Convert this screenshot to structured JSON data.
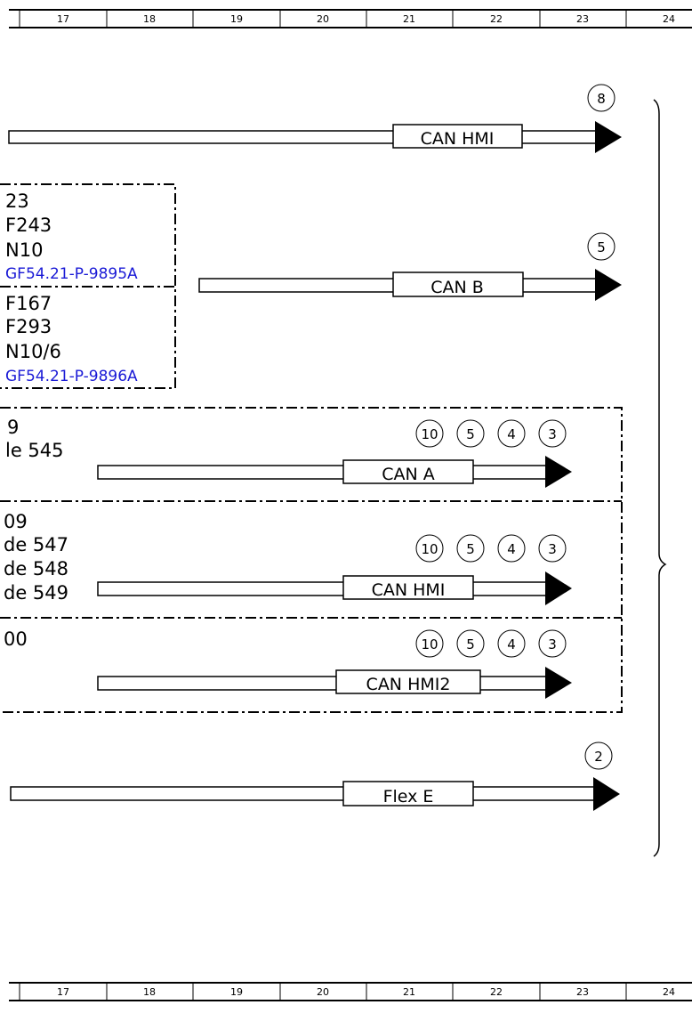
{
  "ruler": {
    "columns": [
      "17",
      "18",
      "19",
      "20",
      "21",
      "22",
      "23",
      "24"
    ]
  },
  "left_group_top": {
    "lines": [
      "23",
      "F243",
      "N10"
    ],
    "link": "GF54.21-P-9895A"
  },
  "left_group_bottom": {
    "lines": [
      "F167",
      "F293",
      "N10/6"
    ],
    "link": "GF54.21-P-9896A"
  },
  "left_texts_mid": {
    "block1": [
      "9",
      "le 545"
    ],
    "block2": [
      "09",
      "de 547",
      "de 548",
      "de 549"
    ],
    "block3": [
      "00"
    ]
  },
  "buses": [
    {
      "label": "CAN HMI",
      "circles": [
        "8"
      ]
    },
    {
      "label": "CAN B",
      "circles": [
        "5"
      ]
    },
    {
      "label": "CAN A",
      "circles": [
        "10",
        "5",
        "4",
        "3"
      ]
    },
    {
      "label": "CAN HMI",
      "circles": [
        "10",
        "5",
        "4",
        "3"
      ]
    },
    {
      "label": "CAN HMI2",
      "circles": [
        "10",
        "5",
        "4",
        "3"
      ]
    },
    {
      "label": "Flex E",
      "circles": [
        "2"
      ]
    }
  ],
  "colors": {
    "line": "#000000",
    "link": "#1a1ad6"
  }
}
